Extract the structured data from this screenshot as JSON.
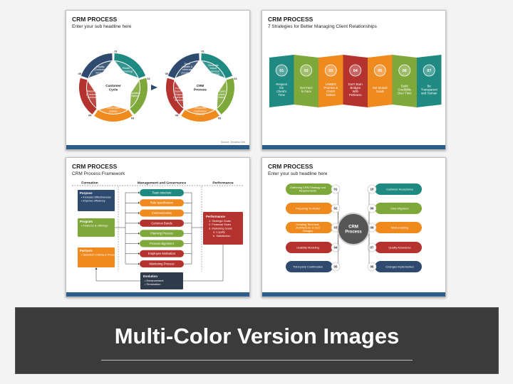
{
  "colors": {
    "red": "#b5332e",
    "orange": "#ef8a1f",
    "green": "#7fa83a",
    "teal": "#1f8a82",
    "navy": "#2e4a6e",
    "yellow": "#f2b632",
    "accent_bar": "#2e5d8a",
    "banner_bg": "#3b3b3b"
  },
  "slide1": {
    "title": "CRM PROCESS",
    "subtitle": "Enter your sub headline here",
    "source": "Source: Zendesk Sell",
    "left_cycle": {
      "center": "Customer Cycle",
      "steps": [
        {
          "num": "01",
          "label": "Reach (Marketing)"
        },
        {
          "num": "02",
          "label": "Acquisition (Sales)"
        },
        {
          "num": "03",
          "label": "Conversion (Sales)"
        },
        {
          "num": "04",
          "label": "Retention (Customer Service)"
        },
        {
          "num": "05",
          "label": "Loyalty (Customer Service)"
        }
      ]
    },
    "right_cycle": {
      "center": "CRM Process",
      "steps": [
        {
          "num": "01",
          "label": "Generate brand awareness (Marketing)"
        },
        {
          "num": "02",
          "label": "Acquire Leads (Sales)"
        },
        {
          "num": "03",
          "label": "Convert Leads into Customers (Sales)"
        },
        {
          "num": "04",
          "label": "Provide Superior Support (Customer Service)"
        },
        {
          "num": "05",
          "label": "Drive Upsells & referrals (Customer Service)"
        }
      ]
    }
  },
  "slide2": {
    "title": "CRM PROCESS",
    "subtitle": "7 Strategies for Better Managing Client Relationships",
    "strategies": [
      {
        "num": "01",
        "label": "Respect the Client's Time",
        "color": "#1f8a82"
      },
      {
        "num": "02",
        "label": "Get Face to Face",
        "color": "#7fa83a"
      },
      {
        "num": "03",
        "label": "UNDER Promise & OVER Deliver",
        "color": "#ef8a1f"
      },
      {
        "num": "04",
        "label": "Don't Burn Bridges With Pettiness",
        "color": "#b5332e"
      },
      {
        "num": "05",
        "label": "Set Mutual Goals",
        "color": "#ef8a1f"
      },
      {
        "num": "06",
        "label": "Build Credibility Over Time",
        "color": "#7fa83a"
      },
      {
        "num": "07",
        "label": "Be Transparent and Human",
        "color": "#1f8a82"
      }
    ]
  },
  "slide3": {
    "title": "CRM PROCESS",
    "subtitle": "CRM Process Framework",
    "col_headers": [
      "Formation",
      "Management and Governance",
      "Performance"
    ],
    "purpose": {
      "title": "Purpose",
      "bullets": [
        "Increase Effectiveness",
        "Improve efficiency"
      ]
    },
    "program": {
      "title": "Program",
      "bullets": [
        "Features & offerings"
      ]
    },
    "partners": {
      "title": "Partners",
      "bullets": [
        "Selection Criteria & Process"
      ]
    },
    "mgmt": [
      "Team structure",
      "Role specification",
      "Communication",
      "Common Bonds",
      "Planning Process",
      "Process alignment",
      "Employee Motivation",
      "Monitoring Process"
    ],
    "performance": {
      "title": "Performance",
      "items": [
        "1. Strategic Goals",
        "2. Financial Goals",
        "3. Marketing Goals",
        "a. Loyalty",
        "b. Satisfaction"
      ]
    },
    "evolution": {
      "title": "Evolution",
      "bullets": [
        "Enhancement",
        "Termination"
      ]
    }
  },
  "slide4": {
    "title": "CRM PROCESS",
    "subtitle": "Enter your sub headline here",
    "center": "CRM Process",
    "left_items": [
      {
        "num": "01",
        "label": "Gathering CRM Strategy and Requirements"
      },
      {
        "num": "02",
        "label": "Preparing To Model"
      },
      {
        "num": "03",
        "label": "Creating Technical, Architecture, & GUI Designs"
      },
      {
        "num": "04",
        "label": "Usability Modeling"
      },
      {
        "num": "05",
        "label": "Third-party Confirmation"
      }
    ],
    "right_items": [
      {
        "num": "10",
        "label": "Customer Acceptance"
      },
      {
        "num": "09",
        "label": "Data Migration"
      },
      {
        "num": "08",
        "label": "Web-enabling"
      },
      {
        "num": "07",
        "label": "Quality Assurance"
      },
      {
        "num": "06",
        "label": "Changes Implemented"
      }
    ]
  },
  "banner": {
    "title": "Multi-Color Version Images"
  }
}
